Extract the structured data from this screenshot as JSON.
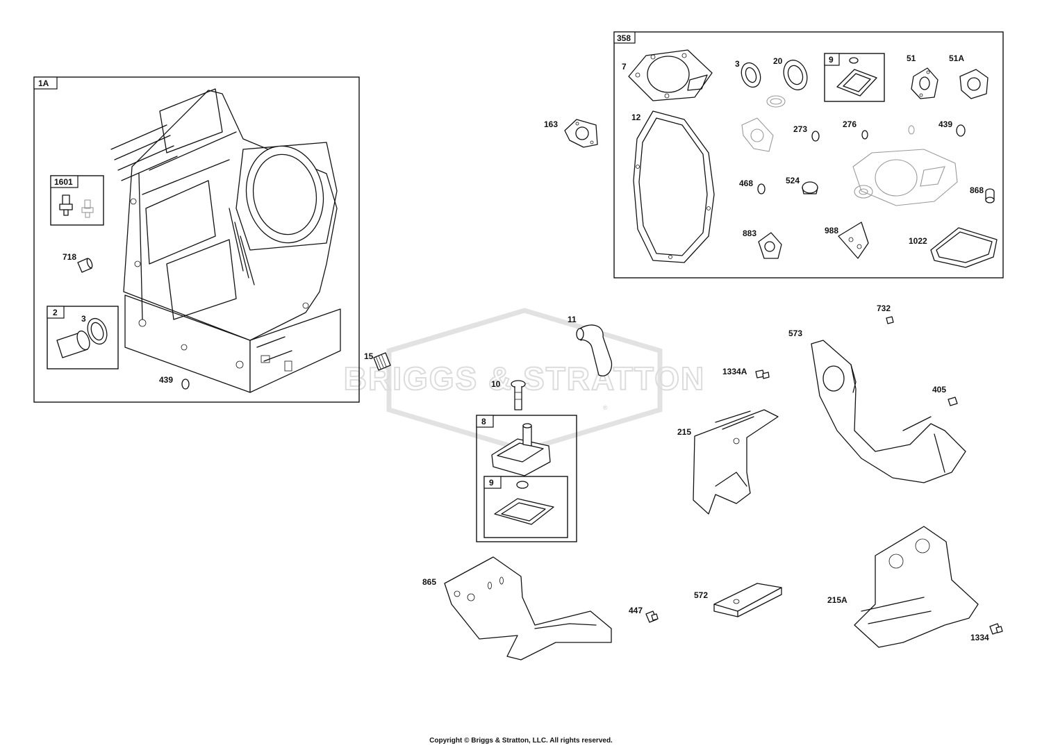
{
  "watermark": {
    "text": "BRIGGS & STRATTON",
    "mark": "®"
  },
  "copyright": "Copyright © Briggs & Stratton, LLC. All rights reserved.",
  "groups": {
    "g_1a": "1A",
    "g_1601": "1601",
    "g_2": "2",
    "g_358": "358",
    "g_9a": "9",
    "g_8": "8",
    "g_9b": "9"
  },
  "labels": {
    "l_3a": "3",
    "l_718": "718",
    "l_439a": "439",
    "l_15": "15",
    "l_163": "163",
    "l_7": "7",
    "l_3b": "3",
    "l_20": "20",
    "l_51": "51",
    "l_51a": "51A",
    "l_12": "12",
    "l_273": "273",
    "l_276": "276",
    "l_439b": "439",
    "l_468": "468",
    "l_524": "524",
    "l_868": "868",
    "l_883": "883",
    "l_988": "988",
    "l_1022": "1022",
    "l_11": "11",
    "l_10": "10",
    "l_732": "732",
    "l_573": "573",
    "l_1334a": "1334A",
    "l_405": "405",
    "l_215": "215",
    "l_865": "865",
    "l_447": "447",
    "l_572": "572",
    "l_215a": "215A",
    "l_1334": "1334"
  }
}
